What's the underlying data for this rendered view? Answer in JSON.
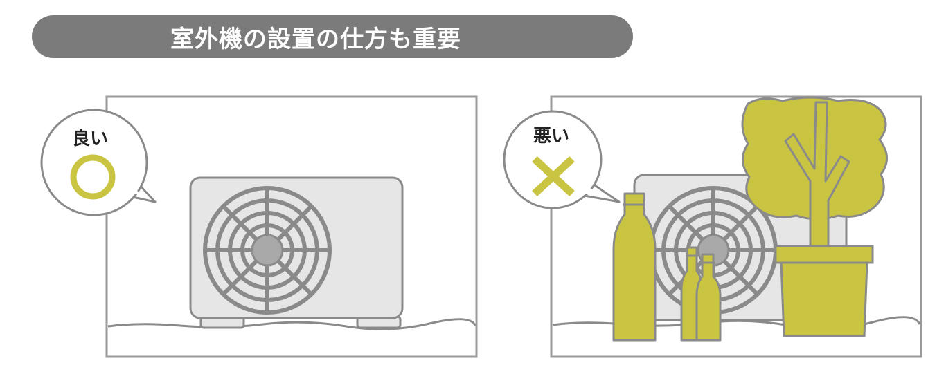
{
  "title": "室外機の設置の仕方も重要",
  "good": {
    "label": "良い",
    "symbol": "circle"
  },
  "bad": {
    "label": "悪い",
    "symbol": "cross"
  },
  "colors": {
    "banner": "#7b7b7b",
    "accent": "#c9c441",
    "outline": "#8a8a8a",
    "unit": "#e6e6e6"
  }
}
